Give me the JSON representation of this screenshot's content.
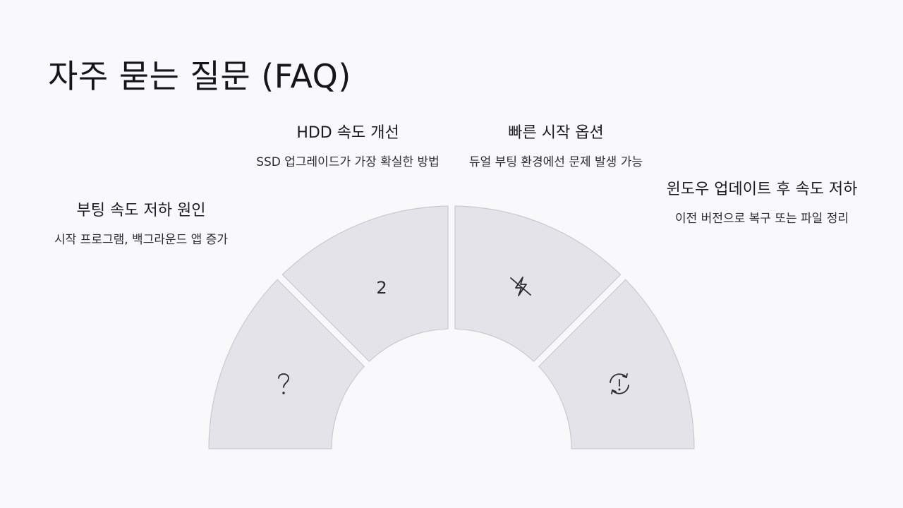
{
  "page": {
    "title": "자주 묻는 질문 (FAQ)"
  },
  "items": [
    {
      "title": "부팅 속도 저하 원인",
      "description": "시작 프로그램, 백그라운드 앱 증가",
      "icon": "question-mark-icon"
    },
    {
      "title": "HDD 속도 개선",
      "description": "SSD 업그레이드가 가장 확실한 방법",
      "icon": "number",
      "icon_text": "2"
    },
    {
      "title": "빠른 시작 옵션",
      "description": "듀얼 부팅 환경에선 문제 발생 가능",
      "icon": "lightning-off-icon"
    },
    {
      "title": "윈도우 업데이트 후 속도 저하",
      "description": "이전 버전으로 복구 또는 파일 정리",
      "icon": "refresh-alert-icon"
    }
  ],
  "colors": {
    "background": "#f9f9fb",
    "segment_fill": "#e3e3e9",
    "segment_stroke": "#c9c9d2",
    "text": "#1f1f24"
  }
}
